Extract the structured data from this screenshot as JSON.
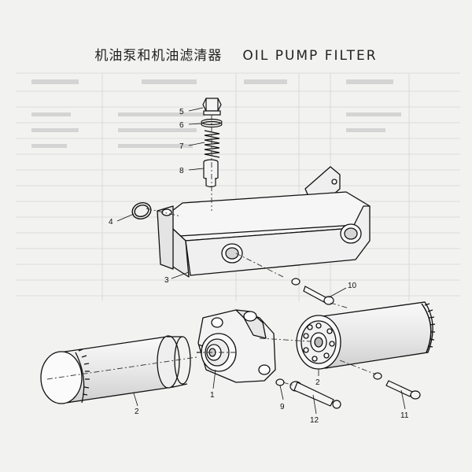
{
  "title": {
    "chinese": "机油泵和机油滤清器",
    "english": "OIL PUMP FILTER"
  },
  "callouts": {
    "c1": "1",
    "c2a": "2",
    "c2b": "2",
    "c3": "3",
    "c4": "4",
    "c5": "5",
    "c6": "6",
    "c7": "7",
    "c8": "8",
    "c9": "9",
    "c10": "10",
    "c11": "11",
    "c12": "12"
  }
}
